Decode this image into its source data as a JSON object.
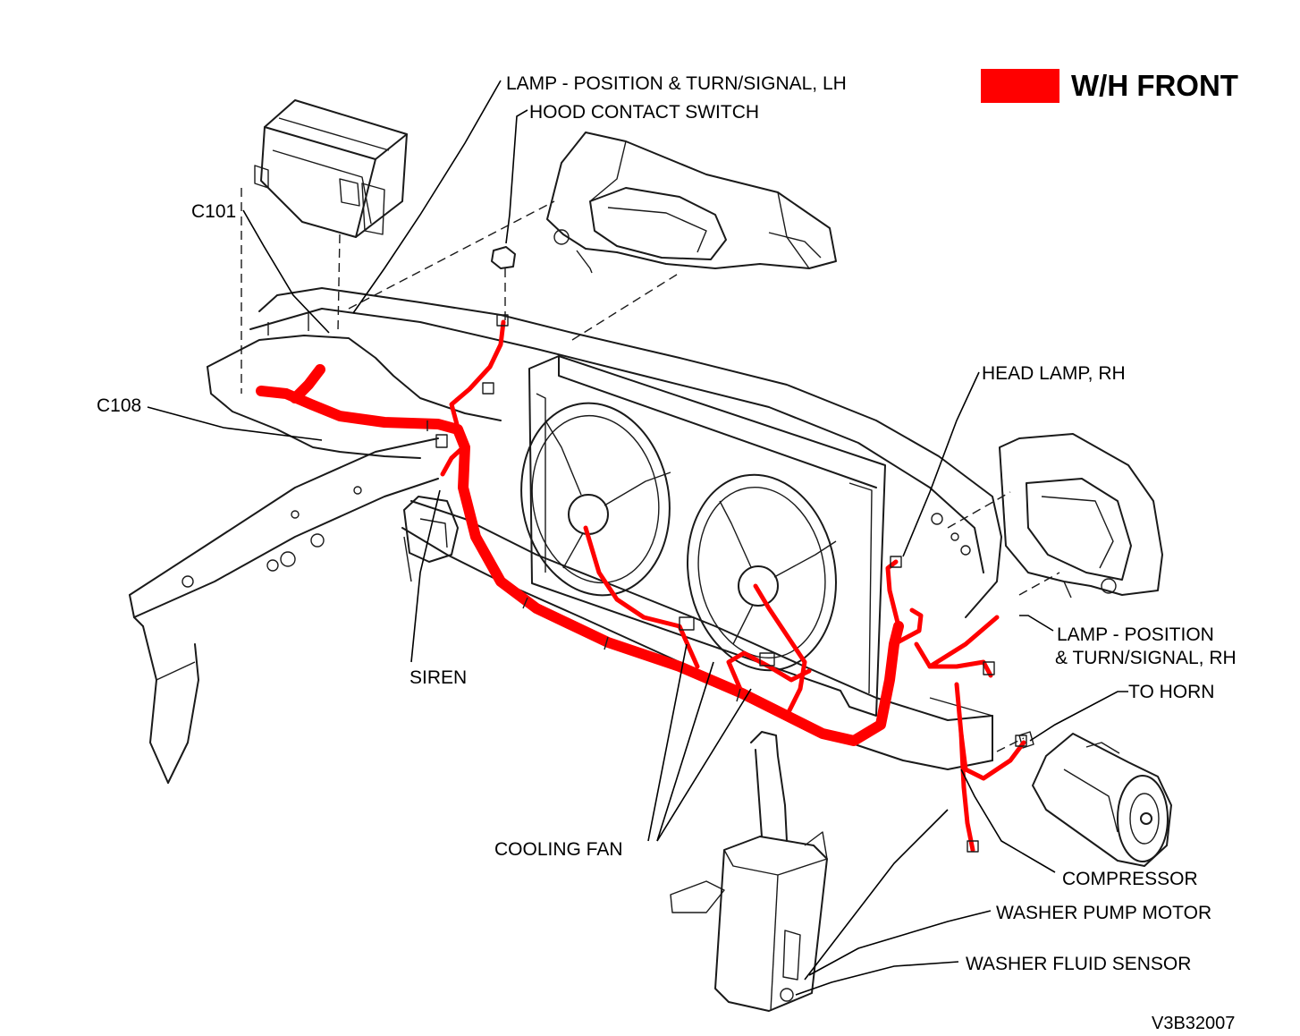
{
  "legend": {
    "label": "W/H FRONT",
    "color": "#ff0000"
  },
  "labels": {
    "lamp_lh": "LAMP - POSITION & TURN/SIGNAL, LH",
    "hood_switch": "HOOD CONTACT SWITCH",
    "c101": "C101",
    "c108": "C108",
    "head_lamp_rh": "HEAD LAMP, RH",
    "lamp_rh_line1": "LAMP - POSITION",
    "lamp_rh_line2": "& TURN/SIGNAL, RH",
    "to_horn": "TO HORN",
    "siren": "SIREN",
    "cooling_fan": "COOLING FAN",
    "compressor": "COMPRESSOR",
    "washer_pump": "WASHER PUMP MOTOR",
    "washer_sensor": "WASHER FLUID SENSOR"
  },
  "figure_code": "V3B32007"
}
